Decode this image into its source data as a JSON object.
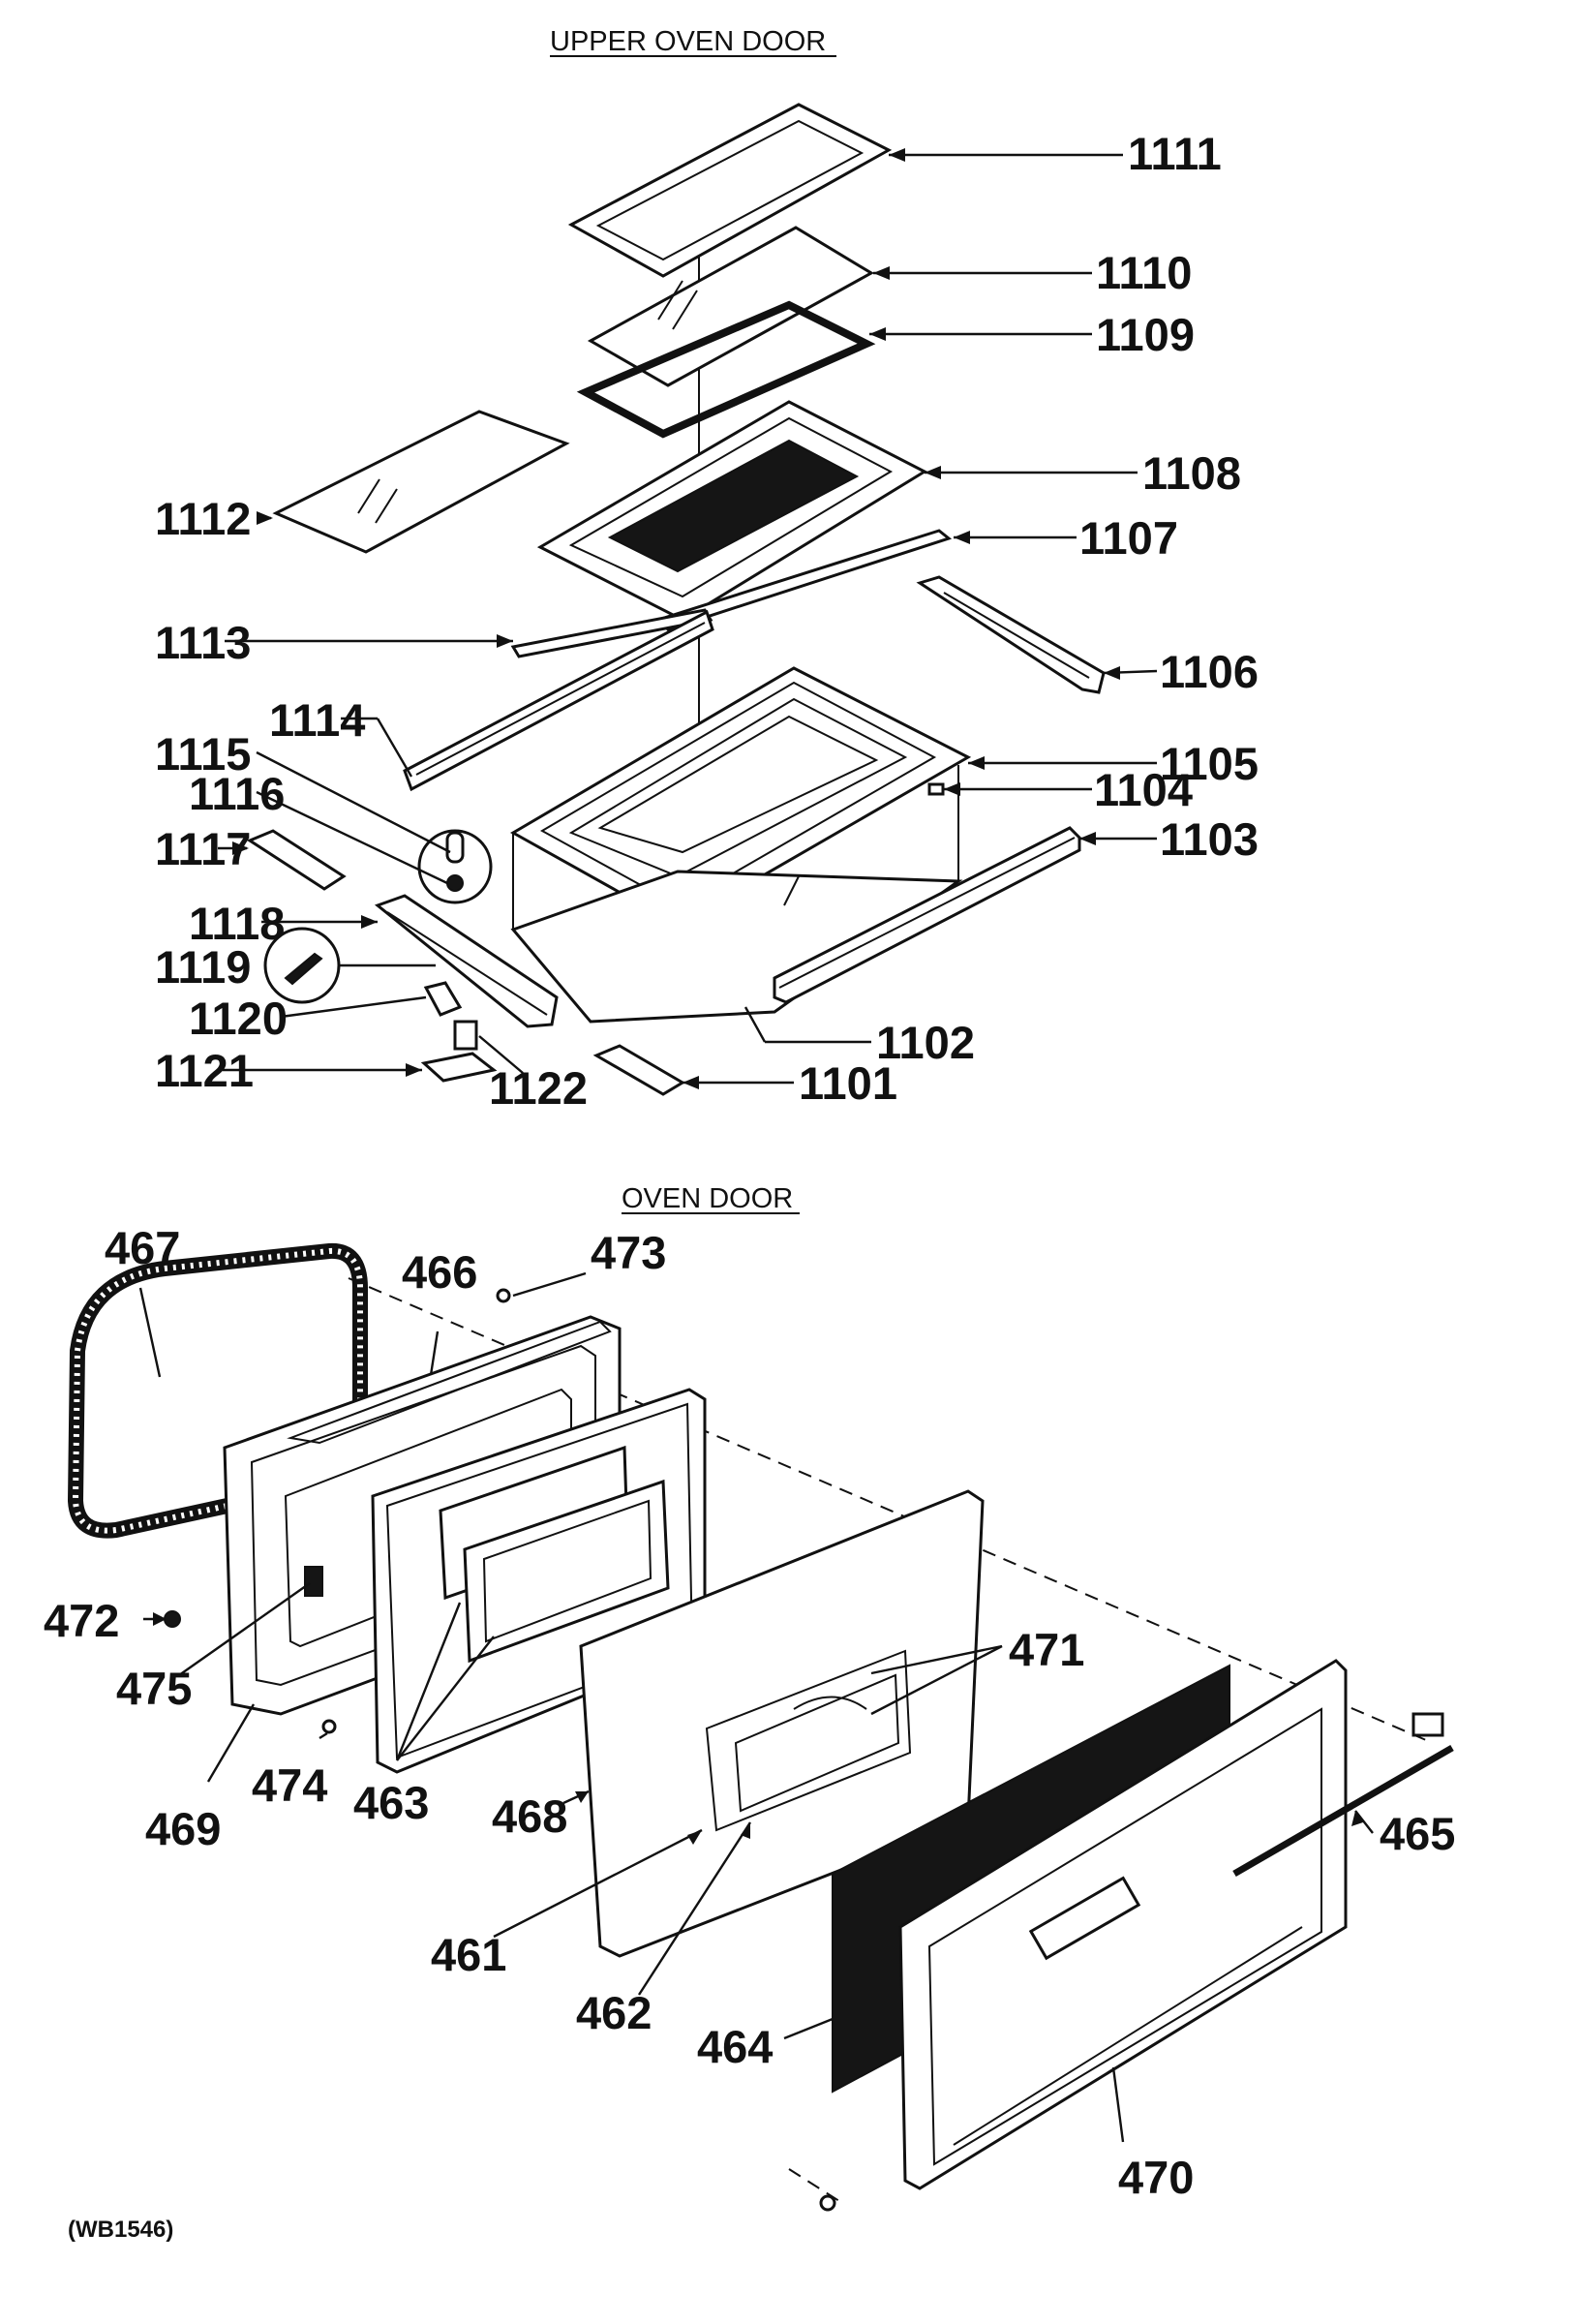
{
  "upper_section": {
    "title": "UPPER OVEN DOOR",
    "callouts": {
      "c1111": "1111",
      "c1110": "1110",
      "c1109": "1109",
      "c1108": "1108",
      "c1107": "1107",
      "c1106": "1106",
      "c1105": "1105",
      "c1104": "1104",
      "c1103": "1103",
      "c1102": "1102",
      "c1101": "1101",
      "c1112": "1112",
      "c1113": "1113",
      "c1114": "1114",
      "c1115": "1115",
      "c1116": "1116",
      "c1117": "1117",
      "c1118": "1118",
      "c1119": "1119",
      "c1120": "1120",
      "c1121": "1121",
      "c1122": "1122"
    }
  },
  "lower_section": {
    "title": "OVEN DOOR",
    "callouts": {
      "c467": "467",
      "c466": "466",
      "c473": "473",
      "c472": "472",
      "c475": "475",
      "c469": "469",
      "c474": "474",
      "c463": "463",
      "c468": "468",
      "c471": "471",
      "c465": "465",
      "c461": "461",
      "c462": "462",
      "c464": "464",
      "c470": "470"
    }
  },
  "figure_code": "(WB1546)"
}
